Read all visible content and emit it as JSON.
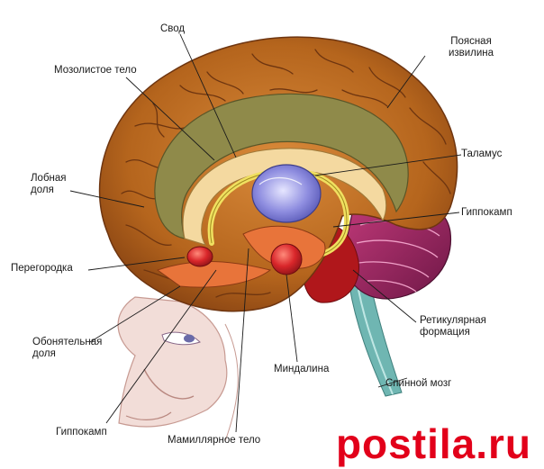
{
  "labels": {
    "svod": "Свод",
    "corpus_callosum": "Мозолистое тело",
    "cingulate": [
      "Поясная",
      "извилина"
    ],
    "thalamus": "Таламус",
    "frontal_lobe": [
      "Лобная",
      "доля"
    ],
    "hippocampus_right": "Гиппокамп",
    "septum": "Перегородка",
    "reticular": [
      "Ретикулярная",
      "формация"
    ],
    "olfactory": [
      "Обонятельная",
      "доля"
    ],
    "amygdala": "Миндалина",
    "spinal_cord": "Спинной мозг",
    "hippocampus_bottom": "Гиппокамп",
    "mammillary": "Мамиллярное тело"
  },
  "watermark": {
    "part1": "post",
    "part2": "ila",
    "part3": ".ru"
  },
  "colors": {
    "cortex": "#b5651d",
    "cortex_dark": "#7a3b10",
    "limbic_olive": "#8f8a4a",
    "thalamus_blue": "#8f8ee0",
    "amygdala_red": "#d9262a",
    "cerebellum_magenta": "#a02a6a",
    "spinal_teal": "#6fb6b2",
    "skin": "#f2ddd8",
    "watermark_red": "#e2001a"
  }
}
